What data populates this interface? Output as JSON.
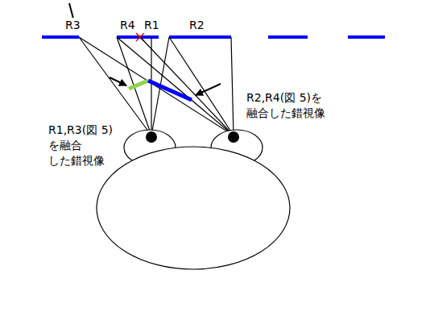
{
  "diagram": {
    "labels": [
      "R3",
      "R4",
      "R1",
      "R2",
      "R1,R3(図 5) を融合 した錯視像",
      "R2,R4(図 5)を 融合した錯視像"
    ]
  }
}
